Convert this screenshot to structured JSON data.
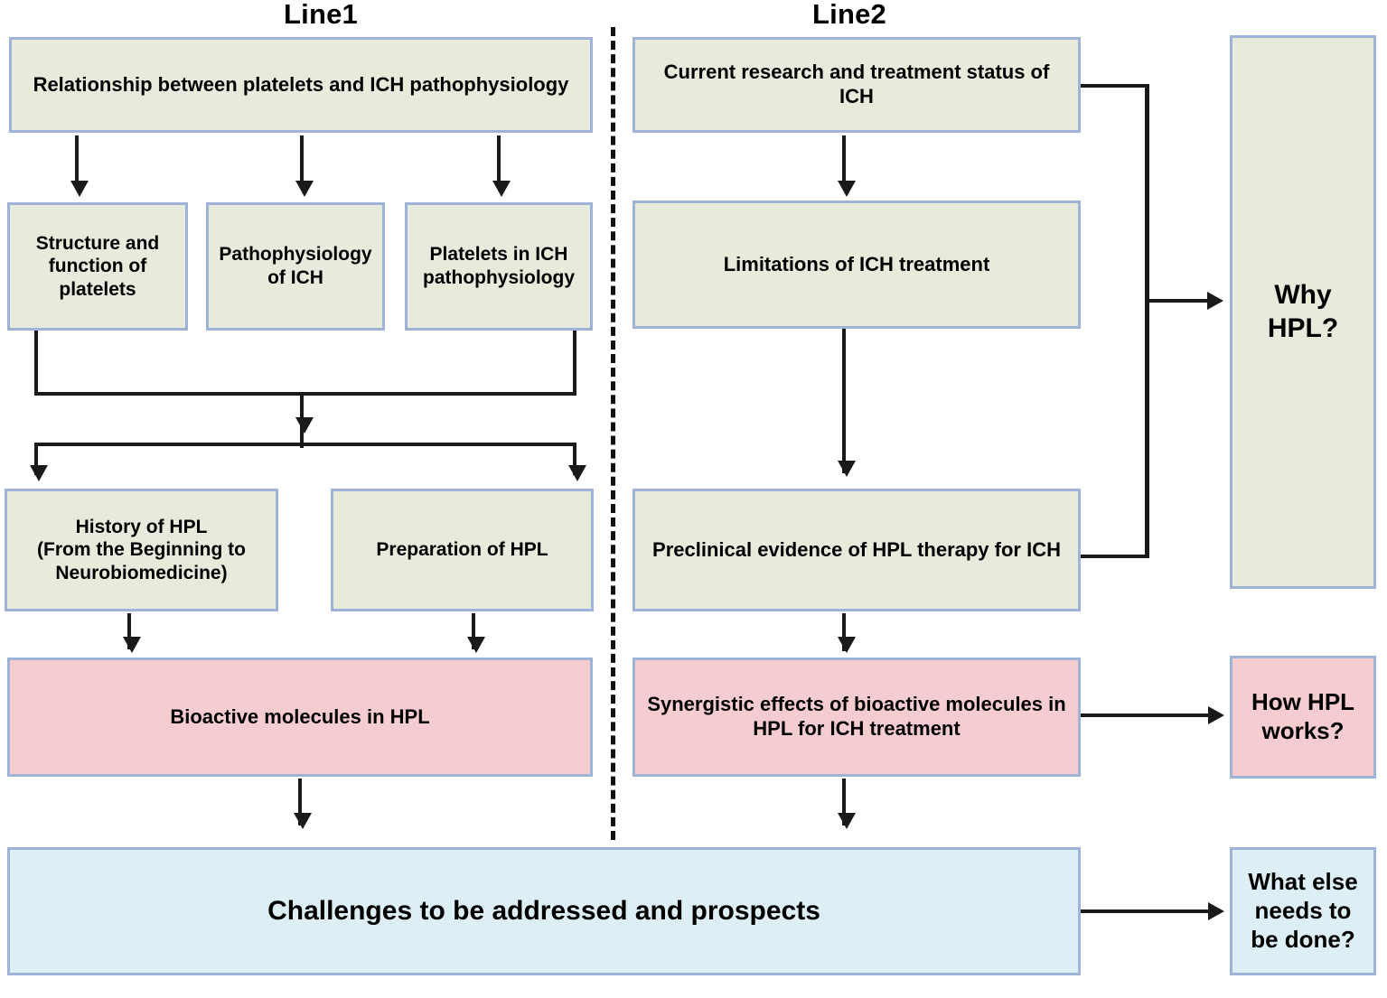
{
  "figure": {
    "type": "flowchart",
    "columns": [
      {
        "id": "line1",
        "title": "Line1"
      },
      {
        "id": "line2",
        "title": "Line2"
      }
    ],
    "colors": {
      "green_fill": "#e6ebdb",
      "pink_fill": "#f5cdd0",
      "blue_fill": "#ddeef4",
      "box_border": "#9fb3d9",
      "connector": "#1a1a1a",
      "divider": "#111111"
    }
  },
  "line1": {
    "title": "Line1",
    "nodes": {
      "relationship": "Relationship between platelets  and ICH pathophysiology",
      "structure_function": "Structure and function of platelets",
      "pathophysiology_ich": "Pathophysiology of ICH",
      "platelets_in_ich": "Platelets in ICH pathophysiology",
      "history_hpl": "History of HPL (From the Beginning to Neurobiomedicine)",
      "history_hpl_line1": "History of HPL",
      "history_hpl_line2": "(From the Beginning to",
      "history_hpl_line3": "Neurobiomedicine)",
      "preparation_hpl": "Preparation of HPL",
      "bioactive_molecules": "Bioactive molecules in HPL"
    }
  },
  "line2": {
    "title": "Line2",
    "nodes": {
      "current_research": "Current research and treatment status of ICH",
      "limitations": "Limitations of ICH treatment",
      "preclinical_evidence": "Preclinical evidence of HPL therapy for ICH",
      "synergistic_effects": "Synergistic effects of bioactive molecules in HPL for ICH treatment"
    }
  },
  "shared": {
    "challenges": "Challenges to be addressed and prospects"
  },
  "questions": {
    "why_hpl": "Why HPL?",
    "how_hpl_works": "How HPL works?",
    "what_else": "What else needs to be done?"
  }
}
